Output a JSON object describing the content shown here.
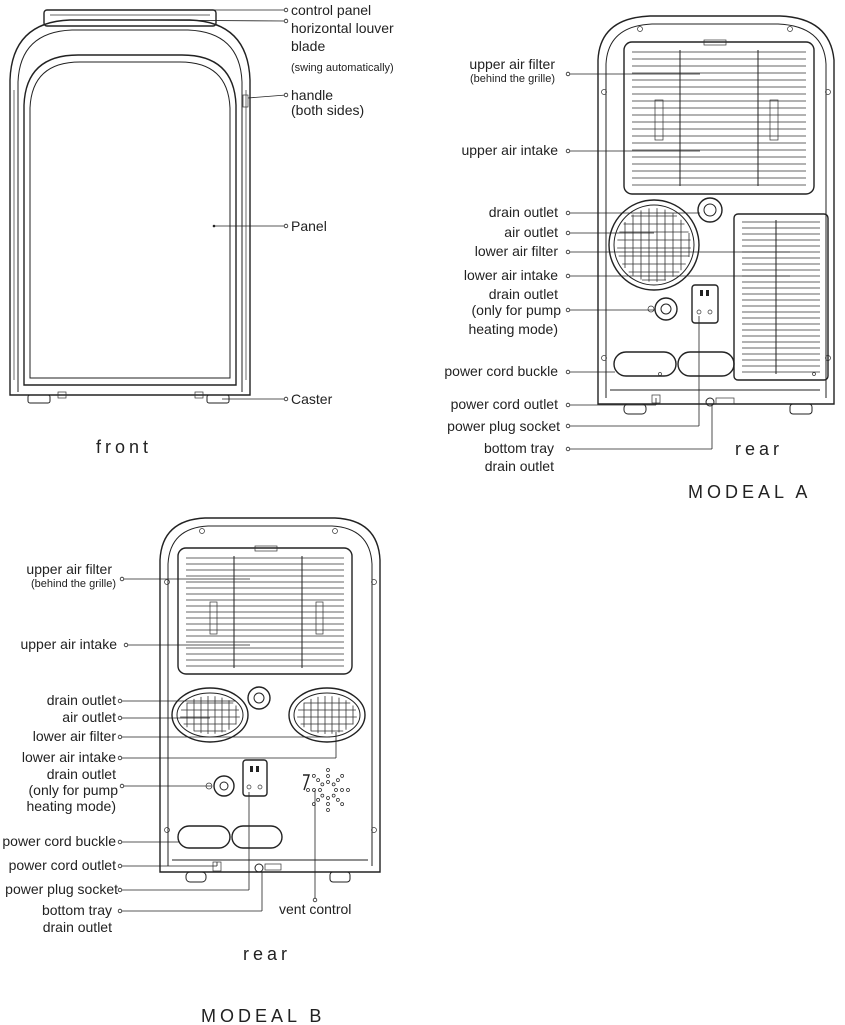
{
  "front": {
    "caption": "front",
    "labels": {
      "control_panel": "control panel",
      "louver_1": "horizontal louver",
      "louver_2": "blade",
      "louver_3": "(swing automatically)",
      "handle_1": "handle",
      "handle_2": "(both sides)",
      "panel": "Panel",
      "caster": "Caster"
    }
  },
  "model_a": {
    "caption": "rear",
    "model": "MODEAL  A",
    "labels": {
      "upper_filter": "upper air filter",
      "upper_filter_note": "(behind the grille)",
      "upper_intake": "upper air intake",
      "drain_outlet": "drain outlet",
      "air_outlet": "air outlet",
      "lower_filter": "lower air filter",
      "lower_intake": "lower air intake",
      "pump_1": "drain outlet",
      "pump_2": "(only for pump",
      "pump_3": "heating mode)",
      "cord_buckle": "power cord buckle",
      "cord_outlet": "power cord outlet",
      "plug_socket": "power plug socket",
      "tray_1": "bottom tray",
      "tray_2": "drain outlet"
    }
  },
  "model_b": {
    "caption": "rear",
    "model": "MODEAL  B",
    "labels": {
      "upper_filter": "upper air filter",
      "upper_filter_note": "(behind the grille)",
      "upper_intake": "upper air intake",
      "drain_outlet": "drain outlet",
      "air_outlet": "air outlet",
      "lower_filter": "lower air filter",
      "lower_intake": "lower air intake",
      "pump_1": "drain outlet",
      "pump_2": "(only for pump",
      "pump_3": "heating mode)",
      "cord_buckle": "power cord buckle",
      "cord_outlet": "power cord outlet",
      "plug_socket": "power plug socket",
      "tray_1": "bottom tray",
      "tray_2": "drain outlet",
      "vent_control": "vent control"
    }
  }
}
